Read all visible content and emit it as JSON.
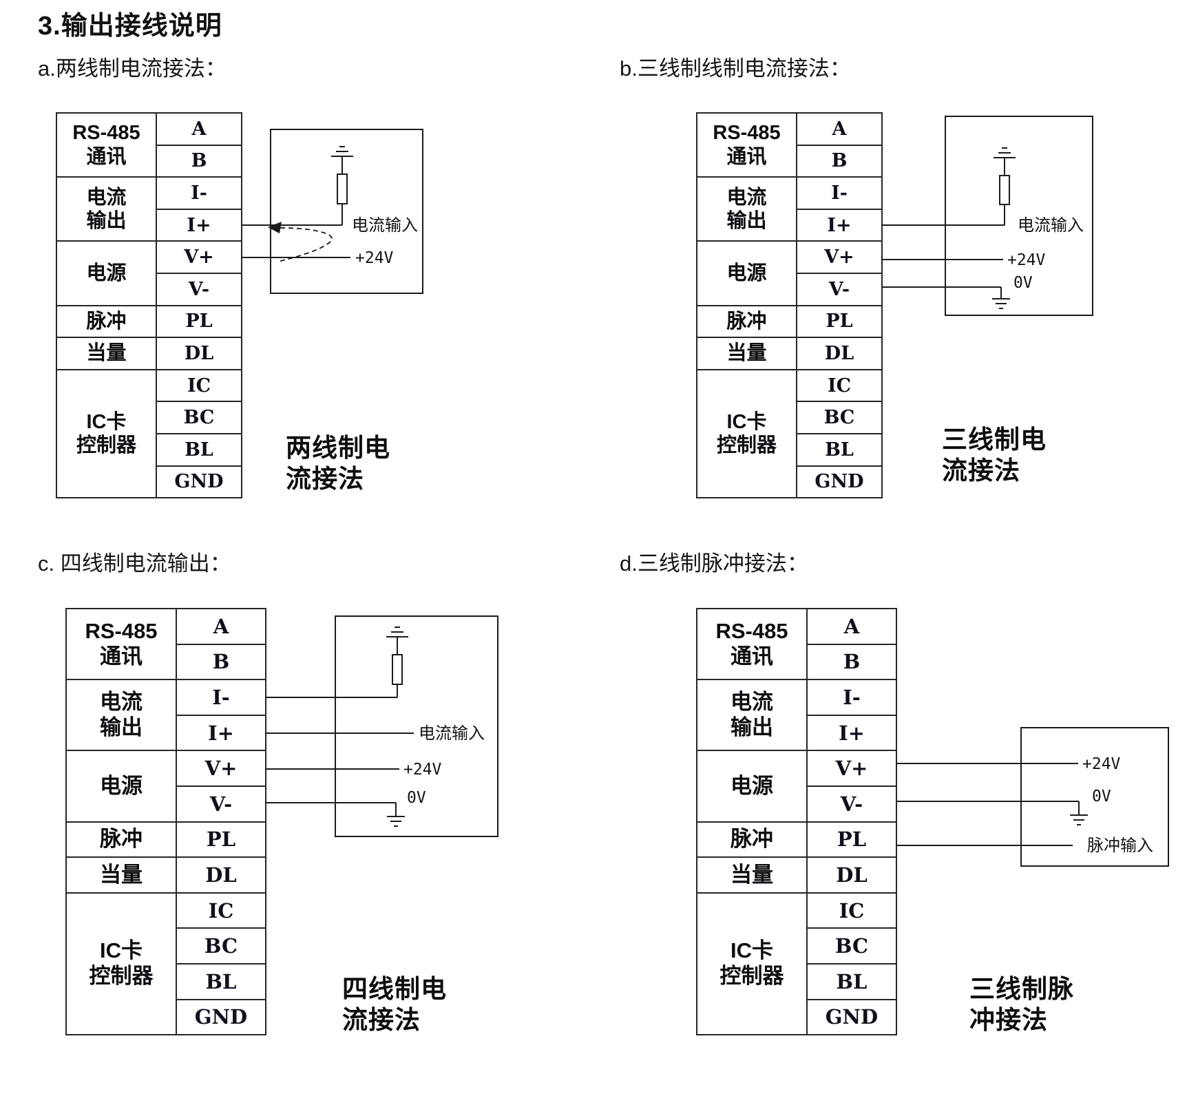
{
  "page": {
    "title": "3.输出接线说明"
  },
  "terminal_table": {
    "groups": [
      {
        "label_lines": [
          "RS-485",
          "通讯"
        ],
        "pins": [
          "A",
          "B"
        ]
      },
      {
        "label_lines": [
          "电流",
          "输出"
        ],
        "pins": [
          "I-",
          "I+"
        ]
      },
      {
        "label_lines": [
          "电源"
        ],
        "pins": [
          "V+",
          "V-"
        ]
      },
      {
        "label_lines": [
          "脉冲"
        ],
        "pins": [
          "PL"
        ]
      },
      {
        "label_lines": [
          "当量"
        ],
        "pins": [
          "DL"
        ]
      },
      {
        "label_lines": [
          "IC卡",
          "控制器"
        ],
        "pins": [
          "IC",
          "BC",
          "BL",
          "GND"
        ]
      }
    ]
  },
  "diagrams": {
    "a": {
      "header": "a.两线制电流接法：",
      "caption_line1": "两线制电",
      "caption_line2": "流接法",
      "labels": {
        "current_input": "电流输入",
        "v24": "+24V"
      }
    },
    "b": {
      "header": "b.三线制线制电流接法：",
      "caption_line1": "三线制电",
      "caption_line2": "流接法",
      "labels": {
        "current_input": "电流输入",
        "v24": "+24V",
        "v0": "0V"
      }
    },
    "c": {
      "header": "c. 四线制电流输出：",
      "caption_line1": "四线制电",
      "caption_line2": "流接法",
      "labels": {
        "current_input": "电流输入",
        "v24": "+24V",
        "v0": "0V"
      }
    },
    "d": {
      "header": "d.三线制脉冲接法：",
      "caption_line1": "三线制脉",
      "caption_line2": "冲接法",
      "labels": {
        "v24": "+24V",
        "v0": "0V",
        "pulse_input": "脉冲输入"
      }
    }
  }
}
